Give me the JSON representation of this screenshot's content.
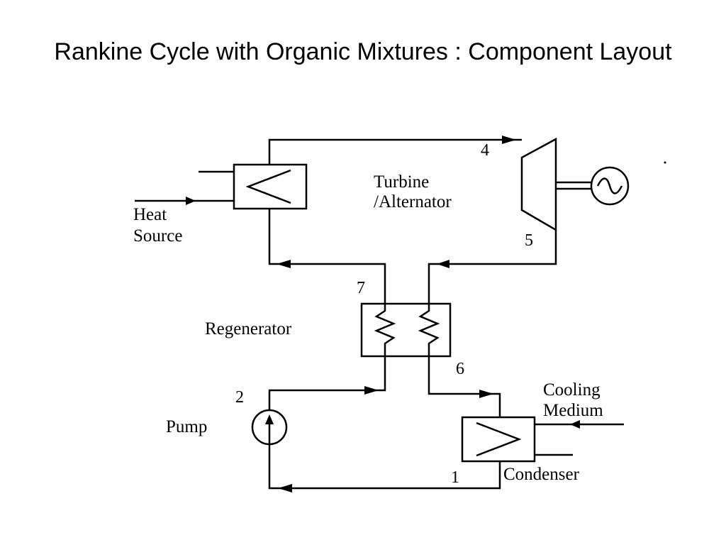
{
  "title": "Rankine Cycle with Organic Mixtures : Component Layout",
  "labels": {
    "heat_source_line1": "Heat",
    "heat_source_line2": "Source",
    "turbine_line1": "Turbine",
    "turbine_line2": "/Alternator",
    "regenerator": "Regenerator",
    "pump": "Pump",
    "cooling_line1": "Cooling",
    "cooling_line2": "Medium",
    "condenser": "Condenser"
  },
  "state_points": {
    "p1": "1",
    "p2": "2",
    "p4": "4",
    "p5": "5",
    "p6": "6",
    "p7": "7"
  }
}
